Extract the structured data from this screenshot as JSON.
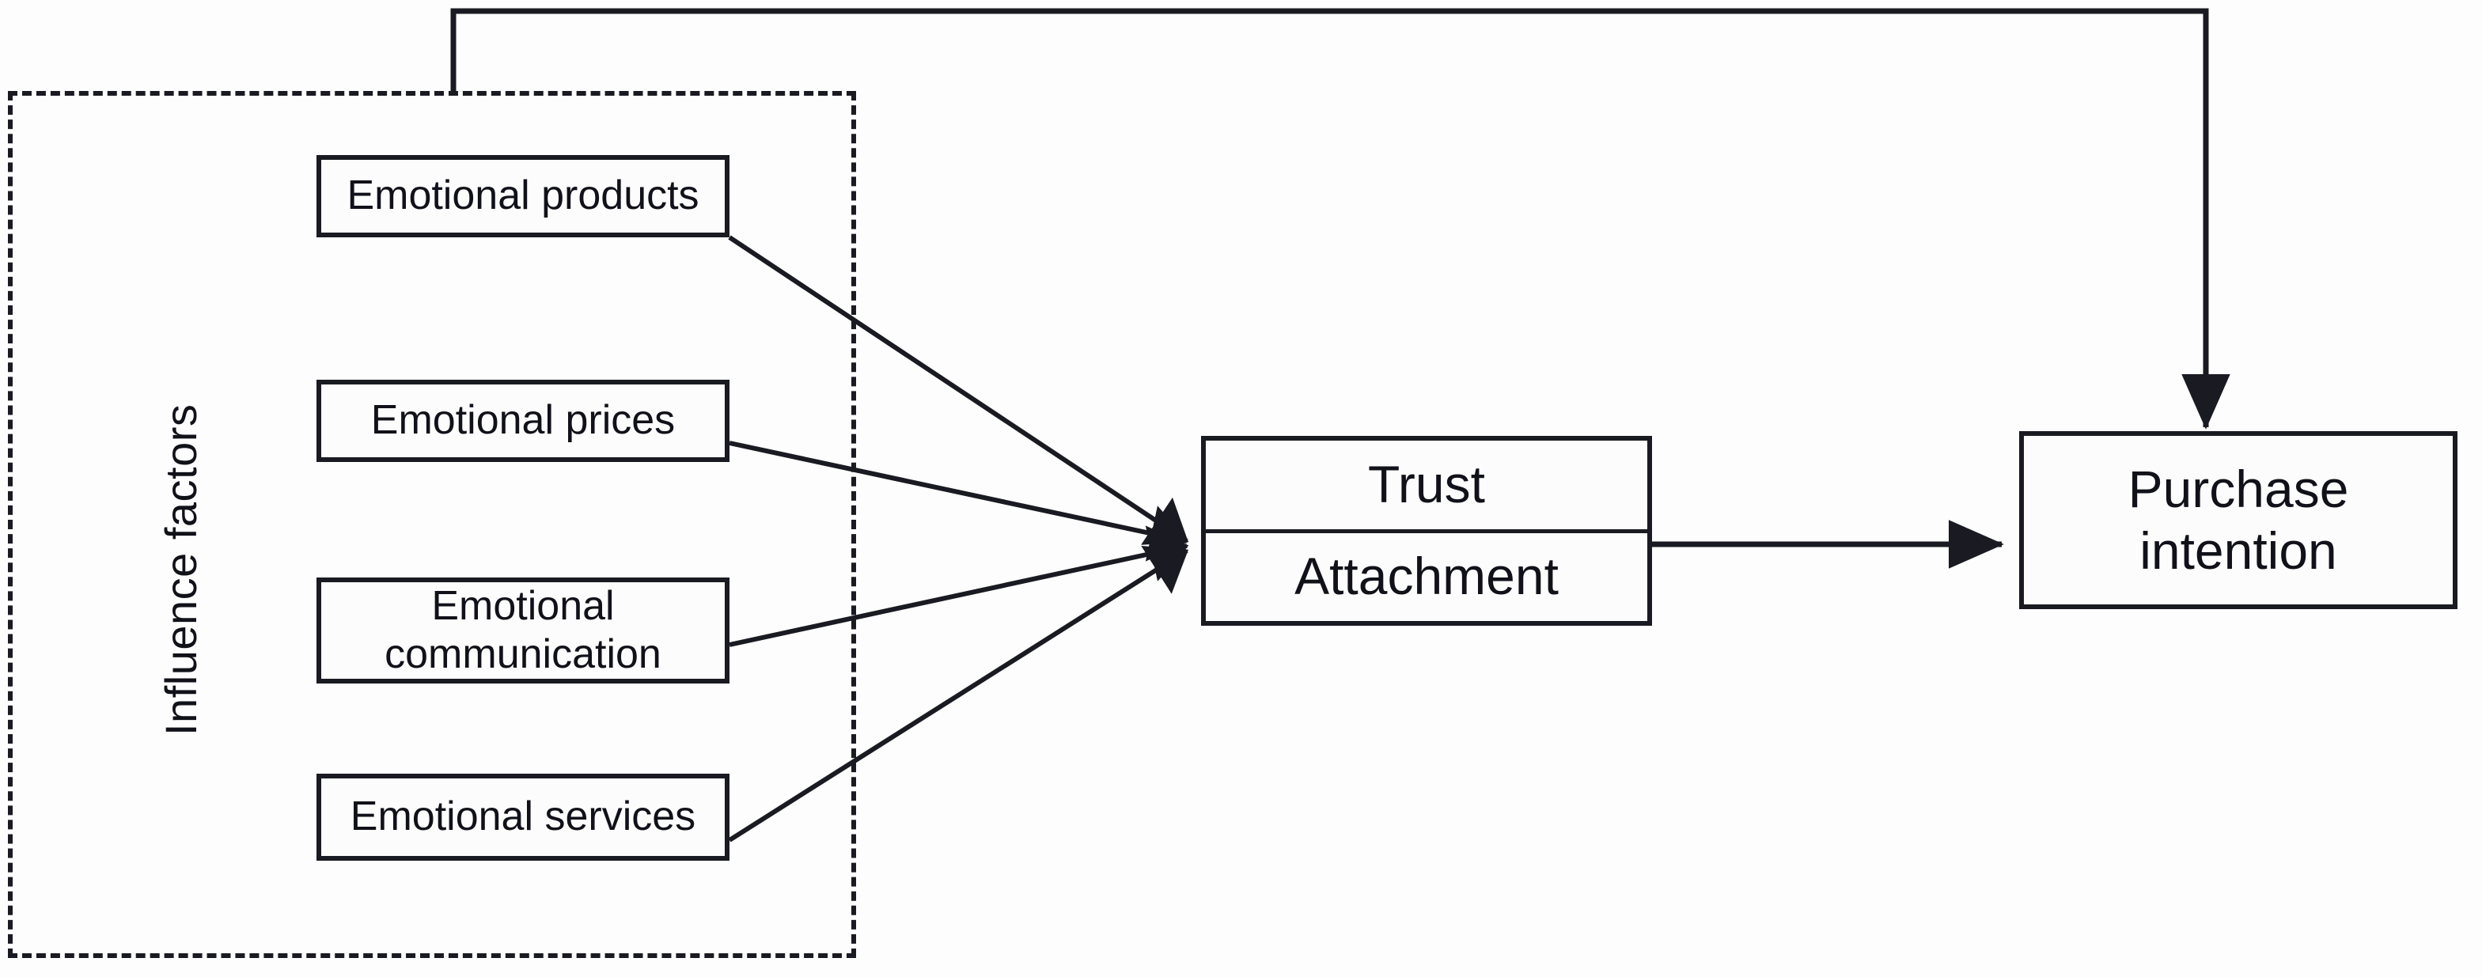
{
  "diagram": {
    "type": "conceptual-research-model",
    "background_color": "#fdfdfd",
    "line_color": "#1a1a22",
    "group": {
      "caption": "Influence factors",
      "border_style": "dashed"
    },
    "nodes": {
      "emotional_products": "Emotional products",
      "emotional_prices": "Emotional prices",
      "emotional_communication": "Emotional\ncommunication",
      "emotional_services": "Emotional services",
      "trust": "Trust",
      "attachment": "Attachment",
      "purchase_intention": "Purchase\nintention"
    },
    "edges": [
      {
        "name": "emotional-products-to-trust",
        "from": "Emotional products",
        "to": "Trust / Attachment",
        "arrowhead": true
      },
      {
        "name": "emotional-prices-to-trust",
        "from": "Emotional prices",
        "to": "Trust / Attachment",
        "arrowhead": true
      },
      {
        "name": "emotional-communication-to-trust",
        "from": "Emotional communication",
        "to": "Trust / Attachment",
        "arrowhead": true
      },
      {
        "name": "emotional-services-to-trust",
        "from": "Emotional services",
        "to": "Trust / Attachment",
        "arrowhead": true
      },
      {
        "name": "trust-to-purchase-intention",
        "from": "Trust / Attachment",
        "to": "Purchase intention",
        "arrowhead": true
      },
      {
        "name": "purchase-intention-feedback-to-influence-factors",
        "from": "Influence factors",
        "to": "Purchase intention",
        "arrowhead": true,
        "routing": "orthogonal-top"
      }
    ]
  }
}
